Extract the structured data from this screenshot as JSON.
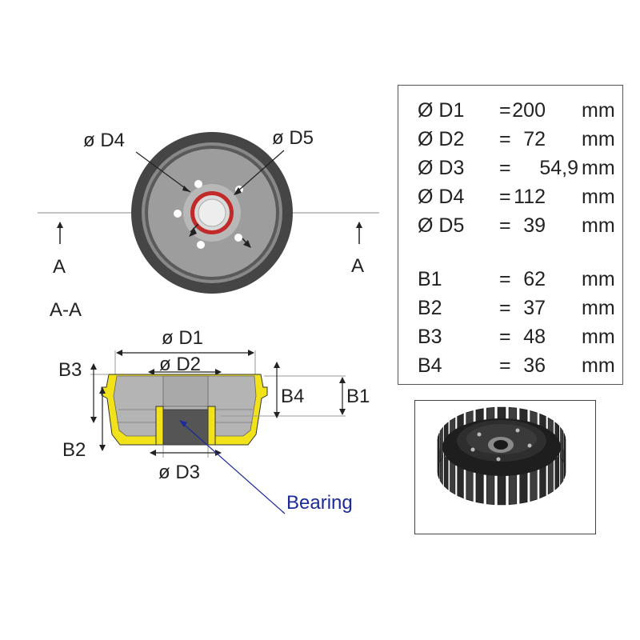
{
  "front_view": {
    "label_d4": "ø D4",
    "label_d5": "ø D5",
    "section_label_left": "A",
    "section_label_right": "A"
  },
  "section_view": {
    "title": "A-A",
    "label_d1": "ø D1",
    "label_d2": "ø D2",
    "label_d3": "ø D3",
    "label_b1": "B1",
    "label_b2": "B2",
    "label_b3": "B3",
    "label_b4": "B4",
    "bearing_label": "Bearing"
  },
  "specifications": [
    {
      "name": "Ø D1",
      "eq": "=",
      "value": "200",
      "unit": "mm"
    },
    {
      "name": "Ø D2",
      "eq": "=",
      "value": "72",
      "unit": "mm"
    },
    {
      "name": "Ø D3",
      "eq": "=",
      "value": "54,9",
      "unit": "mm"
    },
    {
      "name": "Ø D4",
      "eq": "=",
      "value": "112",
      "unit": "mm"
    },
    {
      "name": "Ø D5",
      "eq": "=",
      "value": "39",
      "unit": "mm"
    },
    {
      "name": "B1",
      "eq": "=",
      "value": "62",
      "unit": "mm"
    },
    {
      "name": "B2",
      "eq": "=",
      "value": "37",
      "unit": "mm"
    },
    {
      "name": "B3",
      "eq": "=",
      "value": "48",
      "unit": "mm"
    },
    {
      "name": "B4",
      "eq": "=",
      "value": "36",
      "unit": "mm"
    }
  ],
  "colors": {
    "drum_outer": "#454545",
    "drum_face": "#9a9a9a",
    "hub_ring": "#c22a2a",
    "section_wall": "#f2e21a",
    "bearing_label": "#1c2a9a"
  }
}
